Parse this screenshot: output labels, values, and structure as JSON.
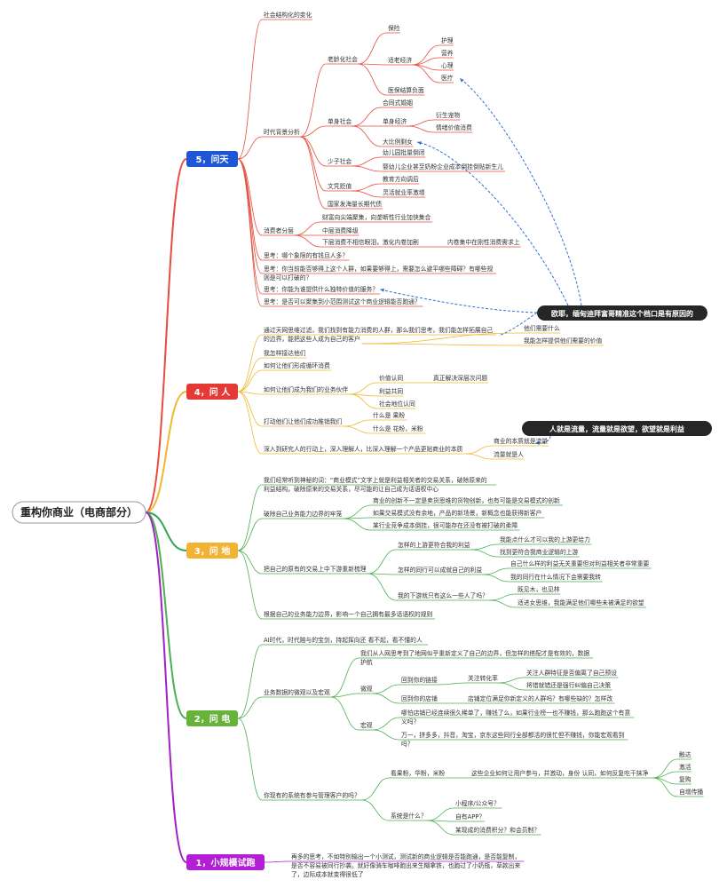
{
  "root": "重构你商业（电商部分）",
  "branches": [
    {
      "label": "5，问天",
      "color": "#e74c3c"
    },
    {
      "label": "4，问 人",
      "color": "#f1b731"
    },
    {
      "label": "3，问 地",
      "color": "#f4b63a"
    },
    {
      "label": "2，问 电",
      "color": "#4caf50"
    },
    {
      "label": "1，小规模试跑",
      "color": "#a020c8"
    }
  ],
  "callouts": [
    "欧耶，缅甸迪拜富哥精准这个档口是有原因的",
    "人就是流量，流量就是欲望，欲望就是利益"
  ],
  "topics": {
    "t1": "社会结构化的变化",
    "t2": "时代背景分析",
    "t3": "老龄化社会",
    "t4": "保险",
    "t5": "适老经济",
    "t6": "护理",
    "t7": "营养",
    "t8": "心理",
    "t9": "医疗",
    "t10": "医保结算负面",
    "t11": "单身社会",
    "t12": "合同式婚姻",
    "t13": "单身经济",
    "t14": "衍生宠物",
    "t15": "情绪价值消费",
    "t16": "大比例剩女",
    "t17": "少子社会",
    "t18": "幼儿园批量倒闭",
    "t19": "婴幼儿企业甚至奶粉企业成本倒挂倒贴新生儿",
    "t20": "文凭贬值",
    "t21": "教育方向调后",
    "t22": "灵活就业率激增",
    "t23": "国家发海量长期代债",
    "t24": "消费者分层",
    "t25": "财富向尖端聚集，向垄断性行业加快集合",
    "t26": "中层消费降级",
    "t27": "下层消费不相信眼泪，激化内卷加剧",
    "t28": "内卷集中在刚性消费需求上",
    "t29": "思考：哪个象限的有钱且人多？",
    "t30": "思考：你当前能否够得上这个人群，如果要够得上，需要怎么避平哪些障碍？有哪些规",
    "t30b": "则是可以打破的？",
    "t31": "思考：你能为谁提供什么独特价值的服务？",
    "t32": "思考：是否可以聚集到小范围测试这个商业逻辑能否跑通？",
    "t33": "通过天网思维过滤，我们找到有能力消费的人群，那么我们思考，我们能怎样拓展自己",
    "t33b": "的边界，能把这些人成为自己的客户",
    "t34": "他们需要什么",
    "t35": "我能怎样提供他们需要的价值",
    "t36": "我怎样接达他们",
    "t37": "如何让他们形成循环消费",
    "t38": "如何让他们成为我们的业务伙伴",
    "t39": "价值认同",
    "t40": "真正解决深层次问题",
    "t41": "利益共同",
    "t42": "社会地位认同",
    "t43": "打动他们让他们成功推销我们",
    "t44": "什么是 果粉",
    "t45": "什么是 花粉，米粉",
    "t46": "深入到研究人的行动上，深入理解人，比深入理解一个产品更贴商业的本质",
    "t47": "商业的本质就是流量",
    "t48": "流量就是人",
    "t49": "我们经常听到神秘的词：“商业模式”文字上就是利益相关者的交易关系，破除原来的",
    "t49b": "利益结构，破除原来的交易关系，尽可能的让自己成为话语权中心",
    "t50": "破除自己业务能力边界的牢笼",
    "t51": "商业的创新不一定是卖货思维的货物创新，也有可能是交易模式的创新",
    "t52": "如果交易模式没有余地，产品的新场景，新概念也能获得新客户",
    "t53": "某行业竞争成本倒挂，很可能存在还没有被打破的柔障",
    "t54": "把自己的原有的交易上中下游重新梳理",
    "t55": "怎样的上游更符合我的利益",
    "t56": "我能点什么才可以我的上游更给力",
    "t57": "找到更符合我商业逻辑的上游",
    "t58": "怎样的同行可以成就自己的利益",
    "t59": "自己什么样的利益无关重要但对利益相关者非常重要",
    "t60": "我的同行在什么情况下会需要我转",
    "t61": "我的下游就只有这么一些人了吗？",
    "t62": "既见木，也见林",
    "t63": "适进女思维，我能满足他们哪些未被满足的欲望",
    "t64": "根据自己的业务能力边界，影响一个自己拥有最多话语权的规则",
    "t65": "AI时代，时代赔与的宝剑，持起挥向还 看不起，看不懂的人",
    "t66": "业务数据的微观以及宏观",
    "t67": "我们从人网思考到了地网似乎重新定义了自己的边界，但怎样的搭配才是有效的，数据",
    "t67b": "护航",
    "t68": "微观",
    "t69": "回到你的链接",
    "t70": "关注转化率",
    "t71": "关注人群特征是否偏离了自己预设",
    "t72": "将错就错还是强行纠偏自己决策",
    "t73": "回到你的店铺",
    "t74": "店铺定位满足你新定义的人群吗？有哪些缺的？怎样改",
    "t75": "宏观",
    "t76": "哪怕店铺已经连续很久稀单了，赚钱了么，如果行业榜一也不赚钱，那么跑跑这个有意",
    "t76b": "义吗？",
    "t77": "万一，拼多多，抖音，淘宝，京东这些同行全部都活的很忙但不赚钱，你能宏观看到",
    "t77b": "吗？",
    "t78": "你现有的系统有参与管理客户的吗？",
    "t79": "看果粉，华粉，米粉",
    "t80": "这些企业如何让用户参与，并激动，身份 认同，如何反复吃干抹净",
    "t81": "触达",
    "t82": "激活",
    "t83": "复购",
    "t84": "自增传播",
    "t85": "系统是什么？",
    "t86": "小程序/公众号？",
    "t87": "自有APP？",
    "t88": "某现成的消费积分？和会员制？",
    "t89": "再多的思考，不如特别输出一个小测试，测试新的商业逻辑是否能跑通，是否能复制，",
    "t89b": "是否不容易被同行抄袭。就好像骑车咖啡跑出来生糊拿铁，也跑过了小奶瓶，草款出来",
    "t89c": "了，边际成本就变得很低了"
  }
}
